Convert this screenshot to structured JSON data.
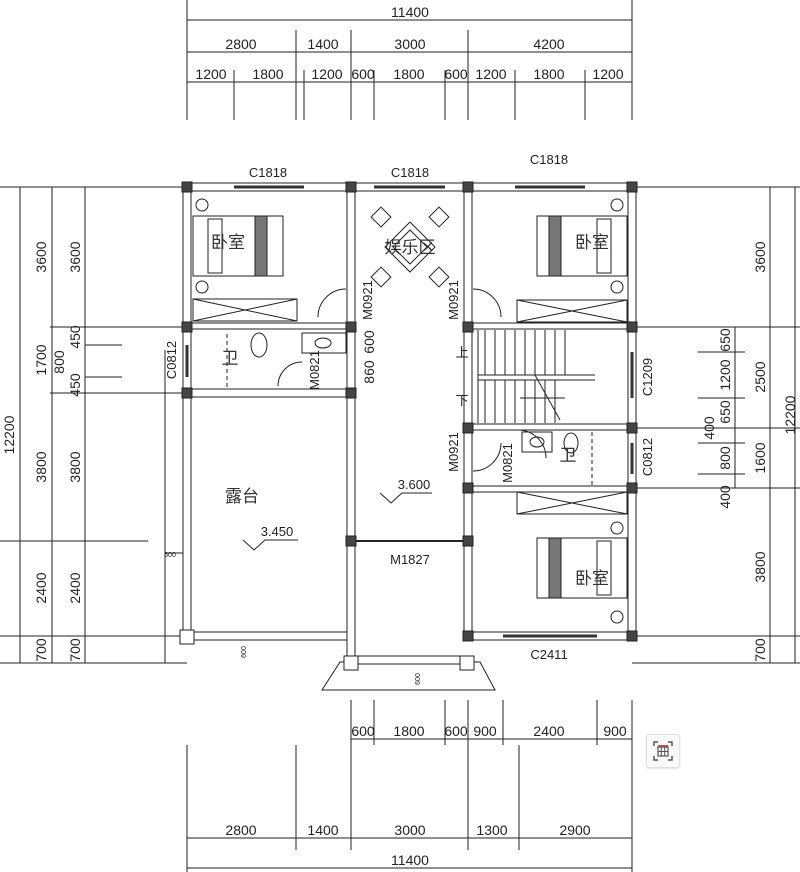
{
  "dimensions": {
    "top_total": "11400",
    "top_row2": [
      "2800",
      "1400",
      "3000",
      "4200"
    ],
    "top_row3": [
      "1200",
      "1800",
      "1200",
      "600",
      "1800",
      "600",
      "1200",
      "1800",
      "1200"
    ],
    "bottom_row1": [
      "600",
      "1800",
      "600",
      "900",
      "2400",
      "900"
    ],
    "bottom_row2": [
      "2800",
      "1400",
      "3000",
      "1300",
      "2900"
    ],
    "bottom_total": "11400",
    "left_total": "12200",
    "left_col1": [
      "3600",
      "1700",
      "3800",
      "2400",
      "700"
    ],
    "left_col2": [
      "3600",
      "450",
      "800",
      "450",
      "3800",
      "2400",
      "700"
    ],
    "right_inner": [
      "650",
      "1200",
      "650",
      "400",
      "800",
      "400"
    ],
    "right_col": [
      "3600",
      "2500",
      "1600",
      "3800",
      "700"
    ],
    "right_total": "12200",
    "small": [
      "600",
      "600",
      "600"
    ],
    "bath_dims": [
      "600",
      "860"
    ]
  },
  "windows": {
    "c1818_a": "C1818",
    "c1818_b": "C1818",
    "c1818_c": "C1818",
    "c0812_left": "C0812",
    "c1209": "C1209",
    "c0812_right": "C0812",
    "c2411": "C2411"
  },
  "doors": {
    "m0921_a": "M0921",
    "m0921_b": "M0921",
    "m0821_a": "M0821",
    "m0921_c": "M0921",
    "m0821_b": "M0821",
    "m1827": "M1827"
  },
  "rooms": {
    "bedroom_nw": "卧室",
    "bedroom_ne": "卧室",
    "bedroom_se": "卧室",
    "entertainment": "娱乐区",
    "bath_w": "卫",
    "bath_e": "卫",
    "terrace": "露台",
    "stairs_up": "上",
    "stairs_down": "下"
  },
  "elevations": {
    "hall": "3.600",
    "terrace": "3.450"
  },
  "toolbar": {
    "icon": "table-icon",
    "accent": "#e05050"
  }
}
